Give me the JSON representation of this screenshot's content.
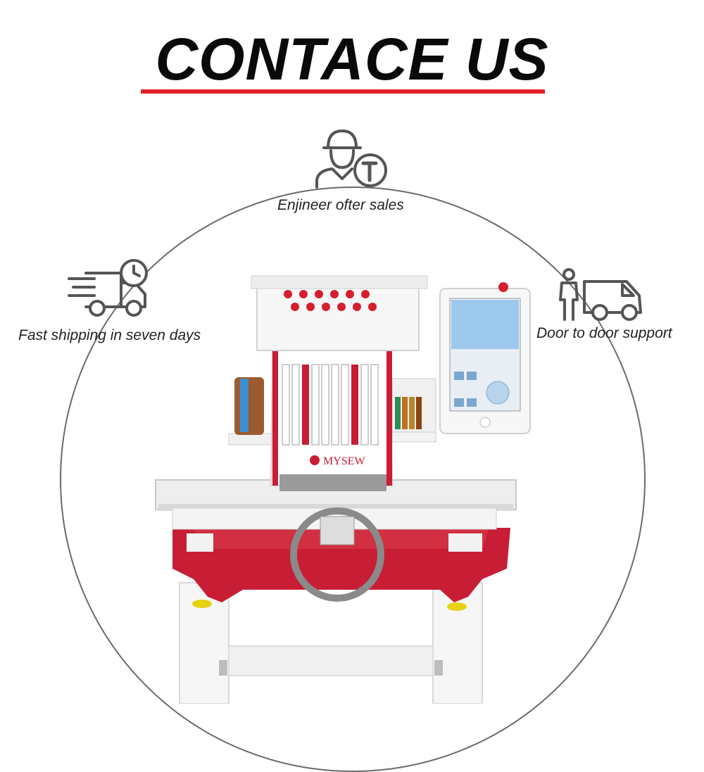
{
  "header": {
    "title": "CONTACE US"
  },
  "features": [
    {
      "label": "Enjineer ofter sales",
      "icon": "engineer-wrench-icon"
    },
    {
      "label": "Fast shipping in seven days",
      "icon": "delivery-truck-clock-icon"
    },
    {
      "label": "Door to door support",
      "icon": "door-to-door-van-icon"
    }
  ],
  "machine": {
    "brand": "MYSEW"
  },
  "colors": {
    "accent": "#e3202a",
    "ring": "#6b6b6b",
    "icon": "#555555",
    "machine_red": "#c81e35"
  }
}
